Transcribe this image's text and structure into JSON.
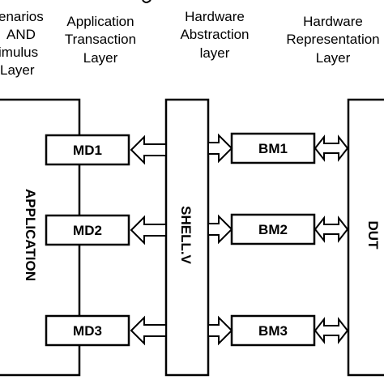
{
  "headers": {
    "scenarios": [
      "enarios",
      "AND",
      "imulus",
      "Layer"
    ],
    "application_transaction": [
      "Application",
      "Transaction",
      "Layer"
    ],
    "hardware_abstraction": [
      "Hardware",
      "Abstraction",
      "layer"
    ],
    "hardware_representation": [
      "Hardware",
      "Representation",
      "Layer"
    ]
  },
  "blocks": {
    "application": "APPLICATION",
    "shell": "SHELL.V",
    "dut": "DUT",
    "md": [
      "MD1",
      "MD2",
      "MD3"
    ],
    "bm": [
      "BM1",
      "BM2",
      "BM3"
    ]
  }
}
